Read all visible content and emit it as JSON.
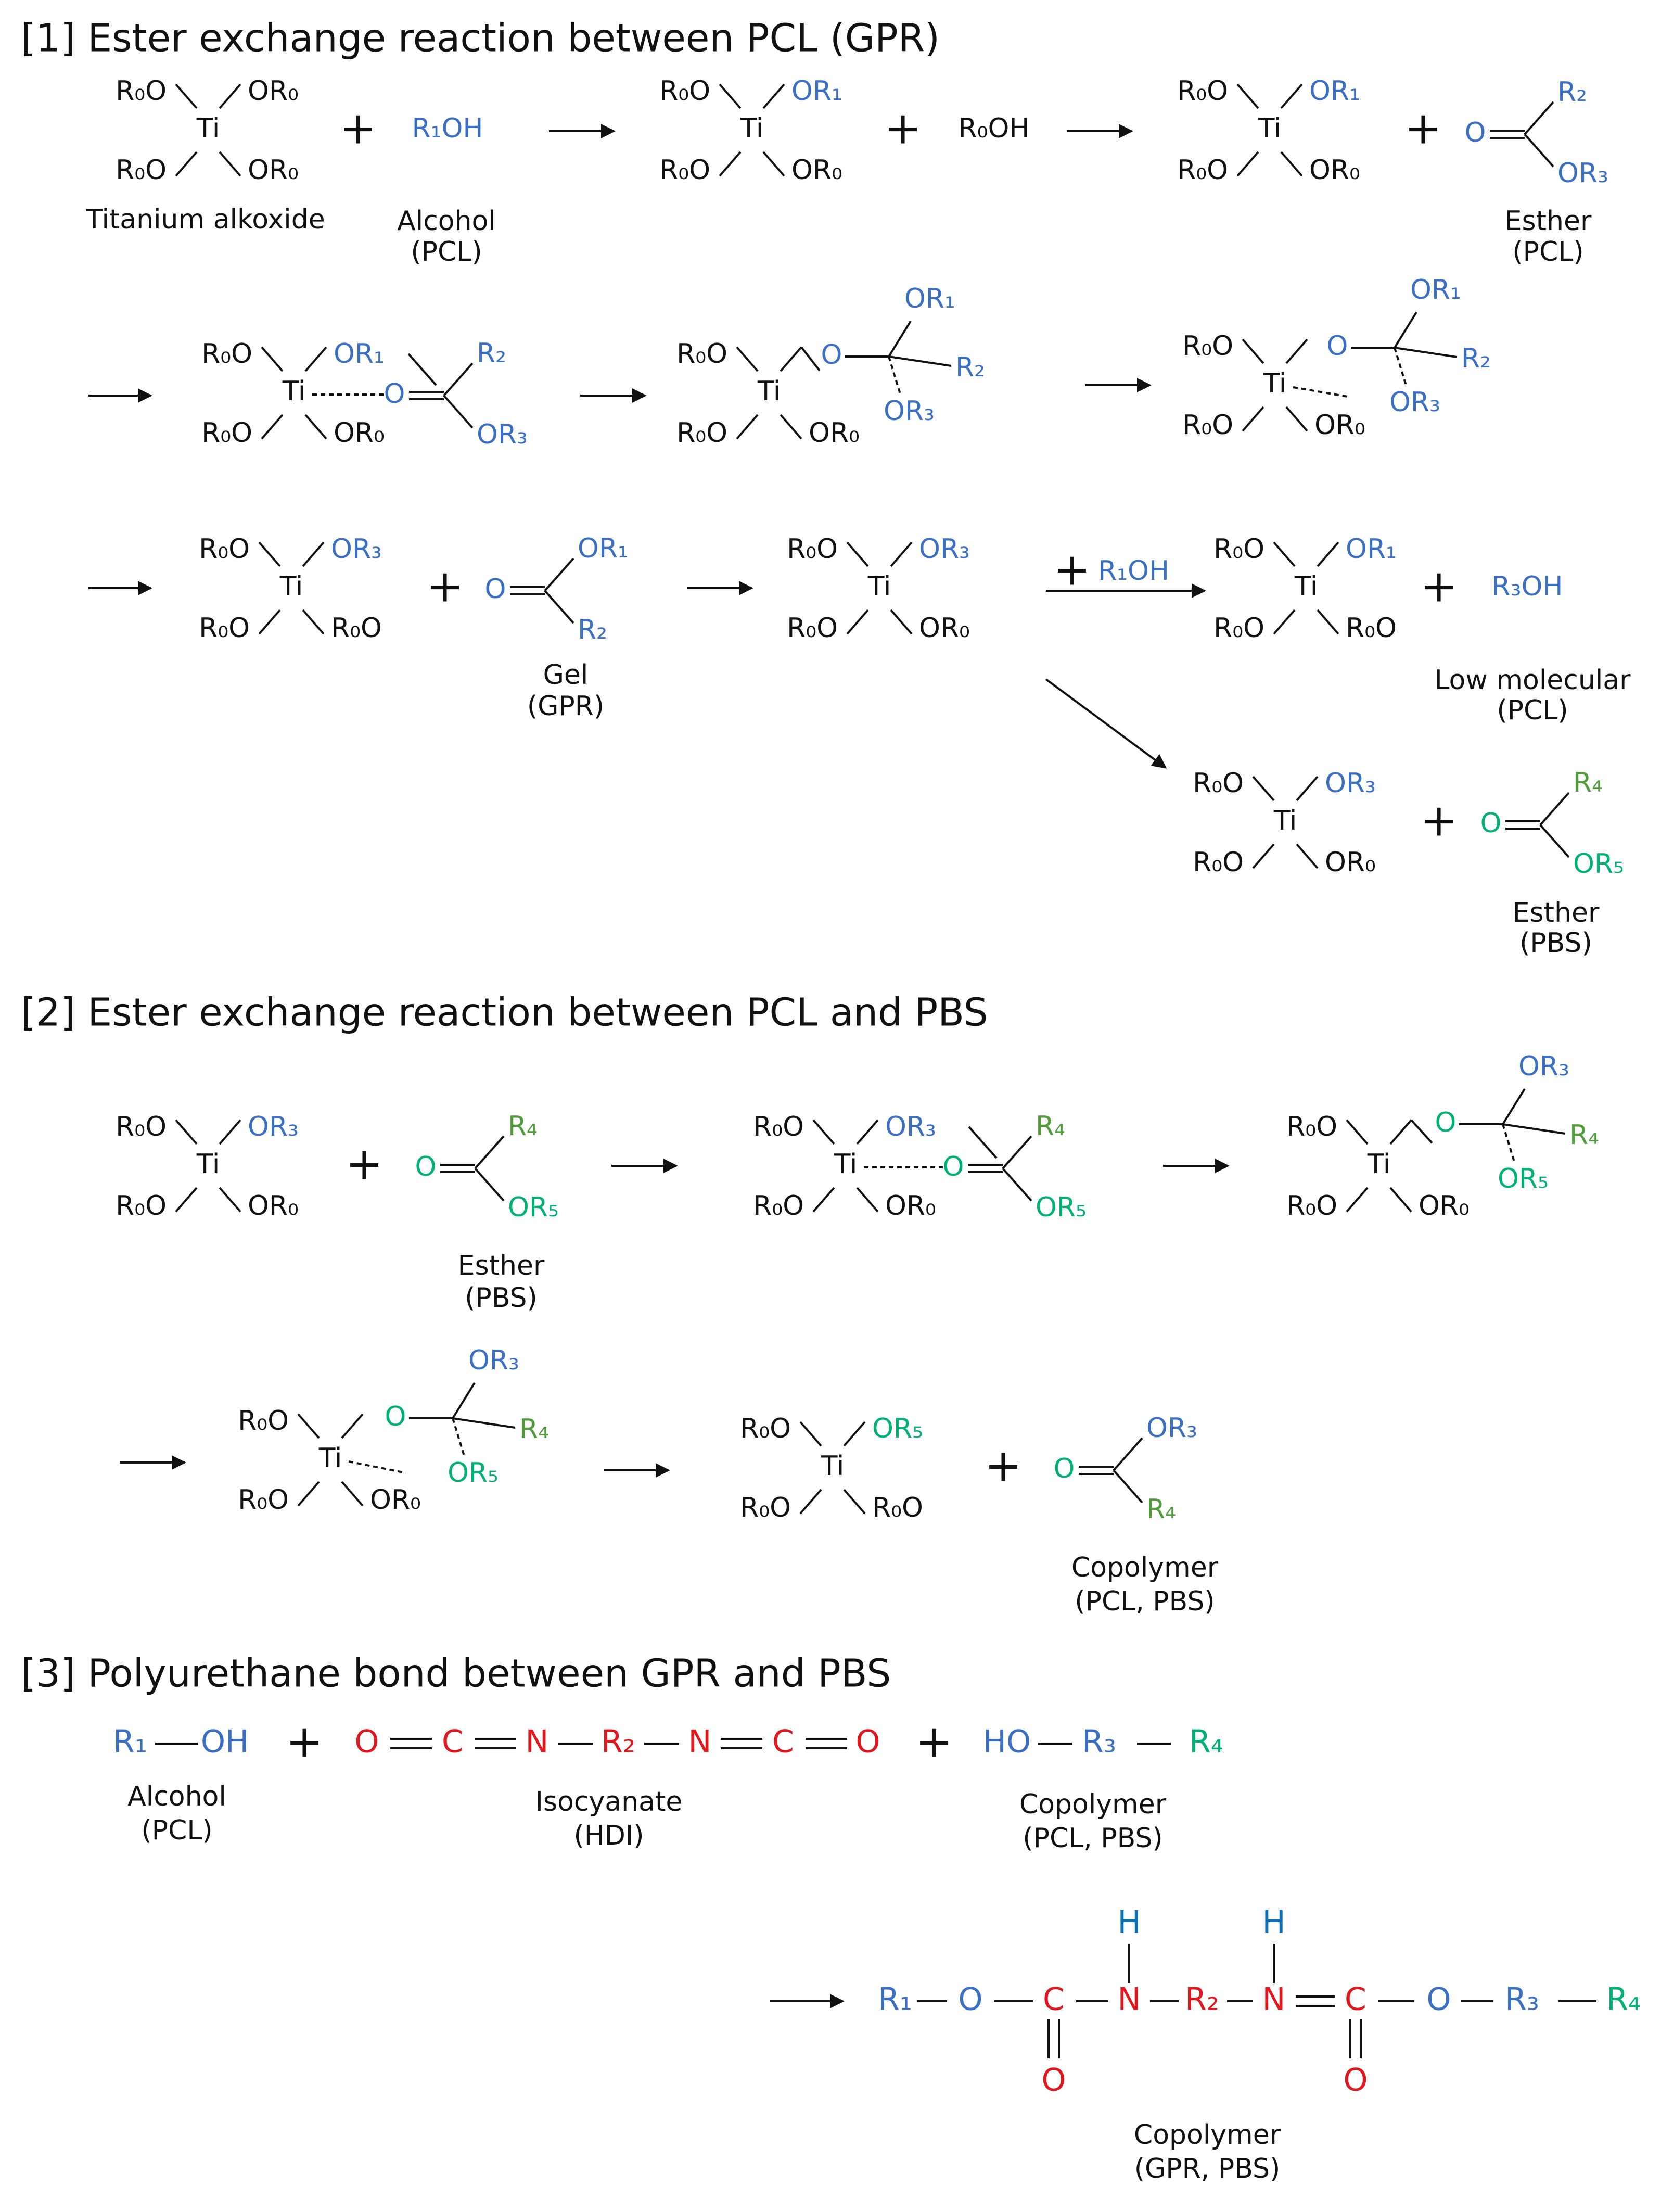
{
  "sections": [
    {
      "id": "s1",
      "title": "[1] Ester exchange reaction between PCL (GPR)"
    },
    {
      "id": "s2",
      "title": "[2] Ester exchange reaction between PCL and PBS"
    },
    {
      "id": "s3",
      "title": "[3] Polyurethane bond between GPR and PBS"
    }
  ],
  "atoms": {
    "ti": "Ti",
    "r0o": "R₀O",
    "or0": "OR₀",
    "or1": "OR₁",
    "or3": "OR₃",
    "or5": "OR₅",
    "r1oh": "R₁OH",
    "r0oh": "R₀OH",
    "r3oh": "R₃OH",
    "o": "O",
    "r2": "R₂",
    "r4": "R₄",
    "c": "C",
    "n": "N",
    "h": "H",
    "r1": "R₁",
    "r3": "R₃",
    "oh": "OH",
    "ho": "HO"
  },
  "captions": {
    "titanium_alkoxide": "Titanium alkoxide",
    "alcohol": "Alcohol",
    "pcl": "(PCL)",
    "esther": "Esther",
    "gel": "Gel",
    "gpr": "(GPR)",
    "low_molecular": "Low molecular",
    "pbs": "(PBS)",
    "copolymer": "Copolymer",
    "pcl_pbs": "(PCL, PBS)",
    "isocyanate": "Isocyanate",
    "hdi": "(HDI)",
    "gpr_pbs": "(GPR, PBS)"
  },
  "colors": {
    "black": "#111111",
    "blue": "#3b6fc4",
    "green": "#4f9a3a",
    "teal": "#00b074",
    "red": "#e0171d",
    "h_blue": "#0b6fb8"
  }
}
